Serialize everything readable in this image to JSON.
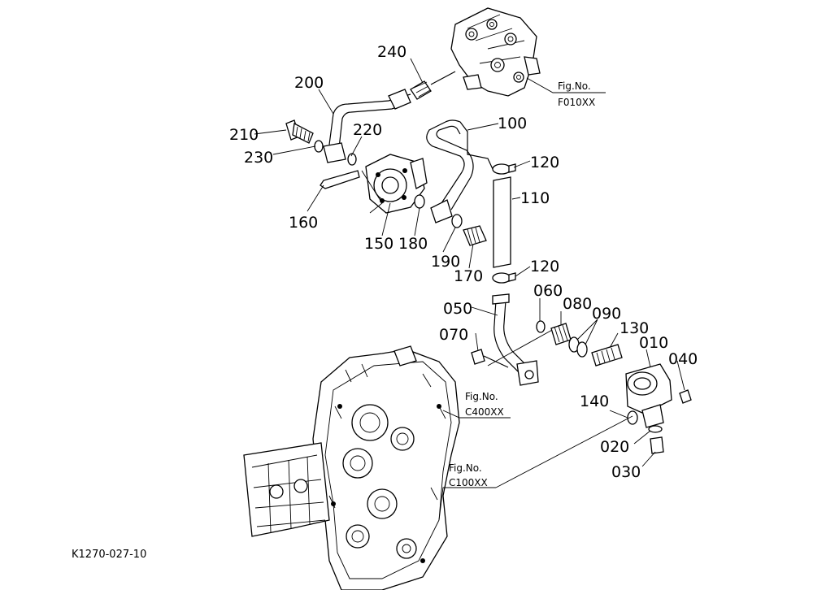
{
  "diagram": {
    "drawing_code": "K1270-027-10",
    "figure_refs": [
      {
        "id": "f010",
        "label": "Fig.No.",
        "code": "F010XX"
      },
      {
        "id": "c400",
        "label": "Fig.No.",
        "code": "C400XX"
      },
      {
        "id": "c100",
        "label": "Fig.No.",
        "code": "C100XX"
      }
    ],
    "parts": [
      "240",
      "200",
      "210",
      "220",
      "230",
      "160",
      "150",
      "180",
      "190",
      "170",
      "100",
      "120",
      "110",
      "120",
      "060",
      "080",
      "090",
      "050",
      "070",
      "130",
      "010",
      "040",
      "140",
      "020",
      "030"
    ]
  }
}
